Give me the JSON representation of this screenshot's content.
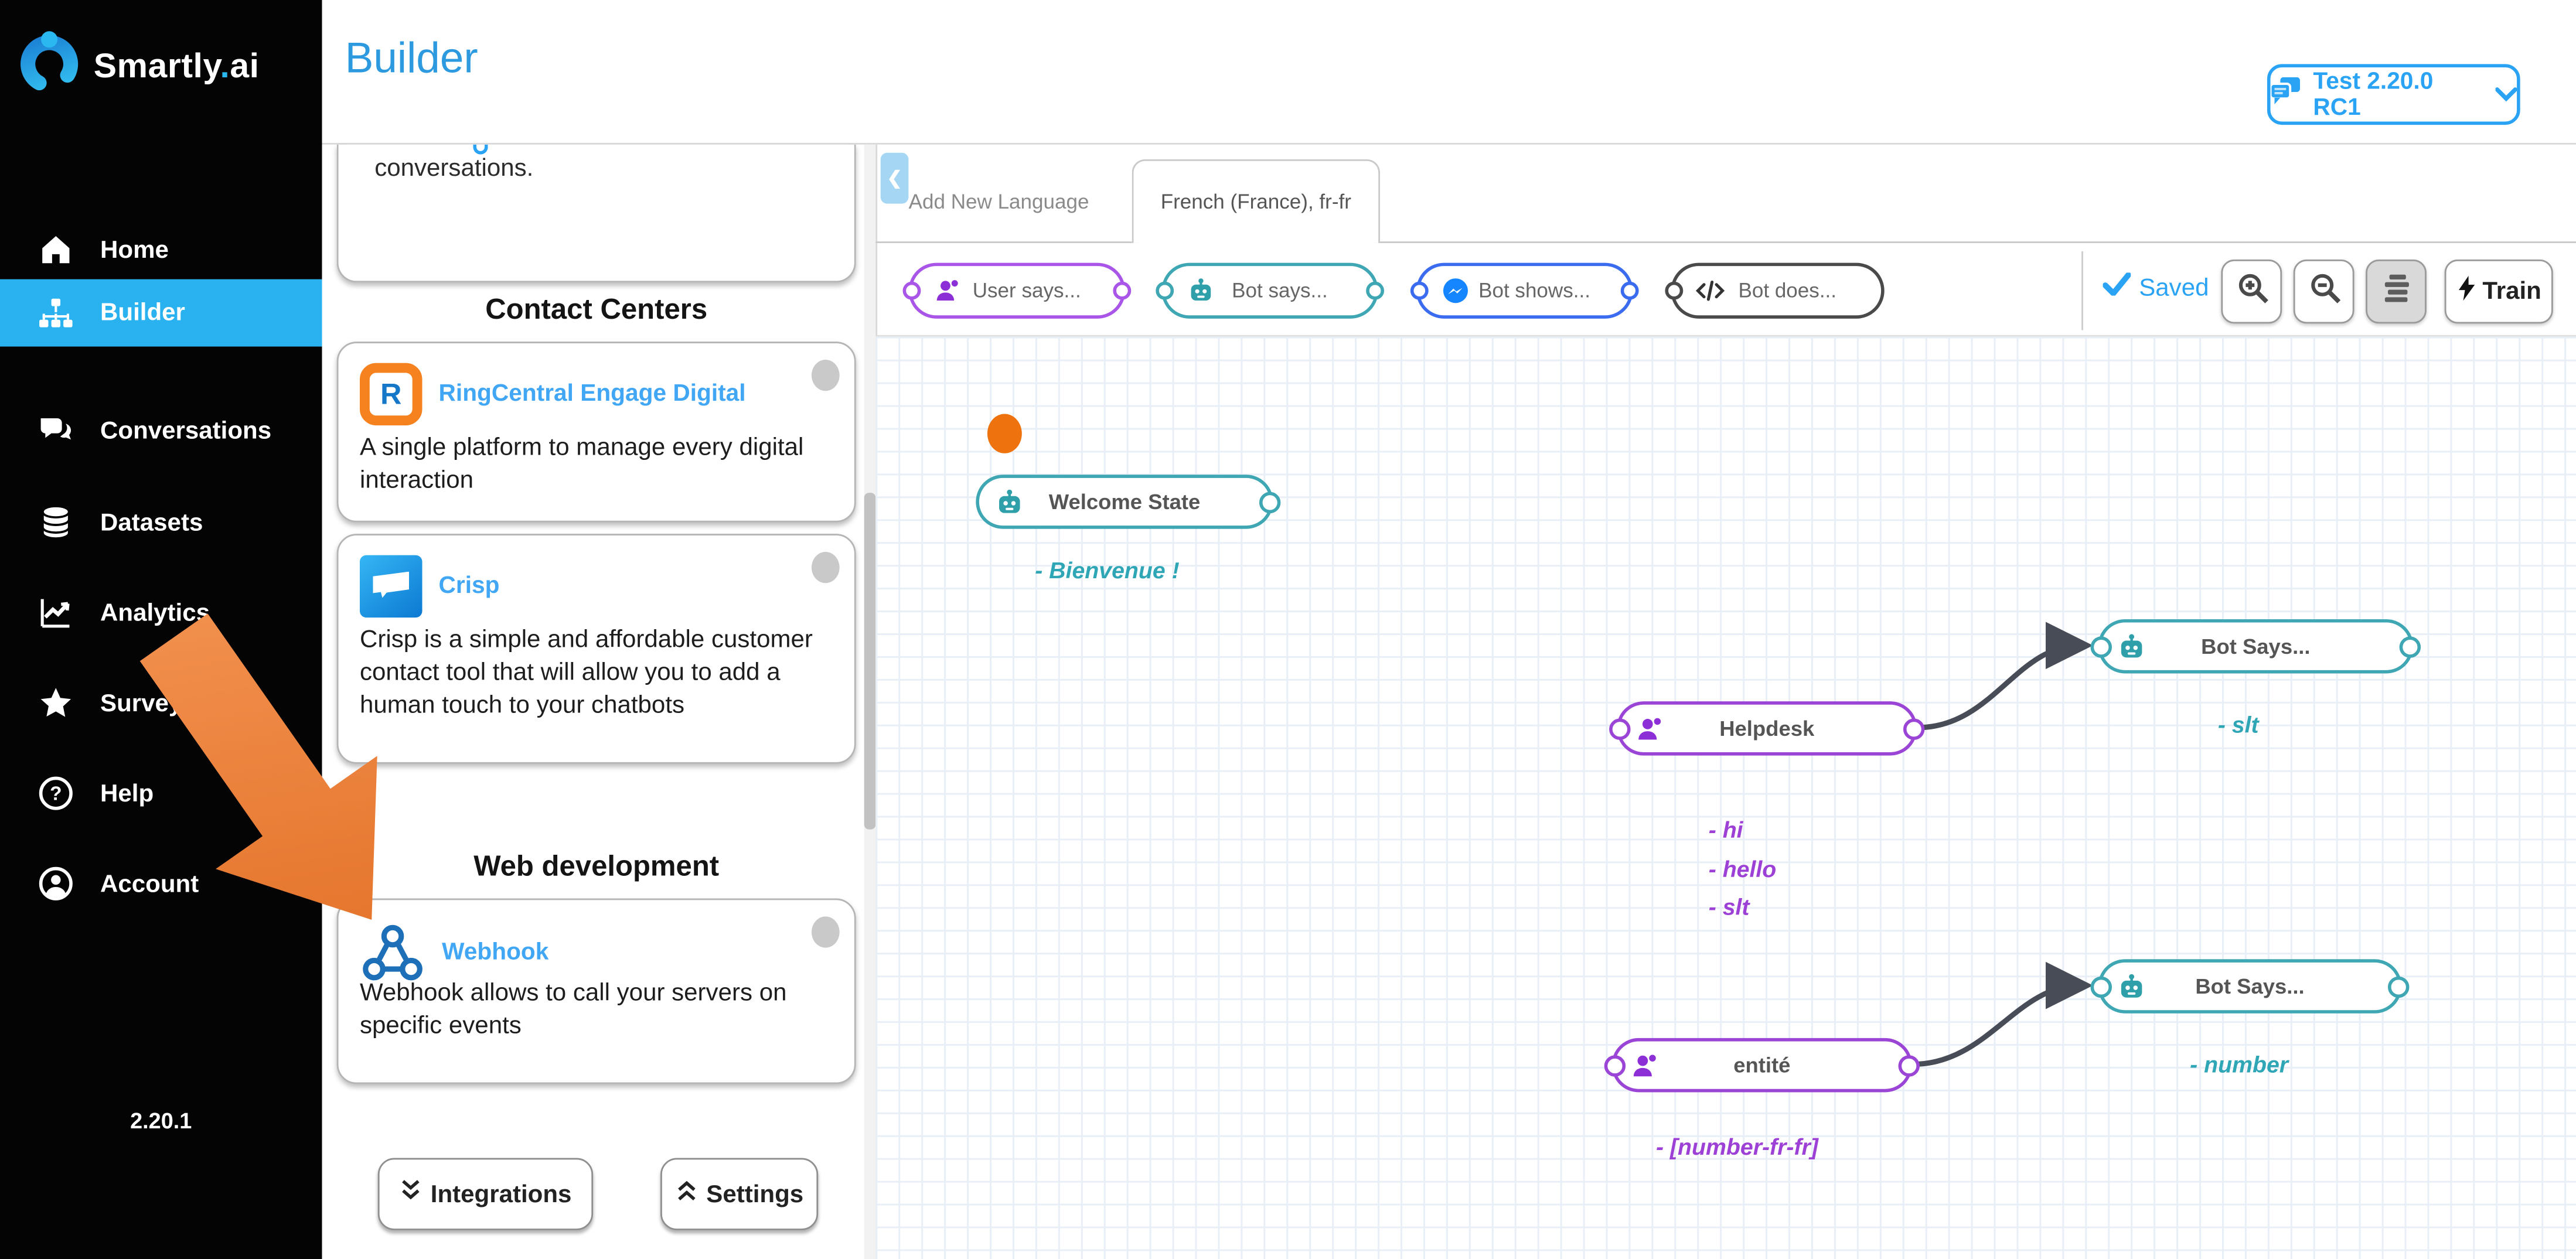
{
  "colors": {
    "accent_blue": "#2ba3f5",
    "active_nav": "#29b2ef",
    "teal_node": "#3fa7b3",
    "purple_node": "#9b45d6",
    "blue_chip": "#3b6cf0",
    "dark_chip": "#4a4a4a",
    "orange_marker": "#ee720d",
    "arrow_orange": "#ec8137"
  },
  "app": {
    "brand": "Smartly.ai",
    "version": "2.20.1"
  },
  "header": {
    "title": "Builder",
    "bot_selector_label": "Test 2.20.0 RC1"
  },
  "sidebar": {
    "items": [
      {
        "label": "Home"
      },
      {
        "label": "Builder"
      },
      {
        "label": "Conversations"
      },
      {
        "label": "Datasets"
      },
      {
        "label": "Analytics"
      },
      {
        "label": "Surveys"
      },
      {
        "label": "Help"
      },
      {
        "label": "Account"
      }
    ]
  },
  "panel": {
    "truncated_card_text": "conversations.",
    "sections": [
      {
        "title": "Contact Centers",
        "cards": [
          {
            "title": "RingCentral Engage Digital",
            "description": "A single platform to manage every digital interaction",
            "icon": "ringcentral-icon"
          },
          {
            "title": "Crisp",
            "description": "Crisp is a simple and affordable customer contact tool that will allow you to add a human touch to your chatbots",
            "icon": "crisp-icon"
          }
        ]
      },
      {
        "title": "Web development",
        "cards": [
          {
            "title": "Webhook",
            "description": "Webhook allows to call your servers on specific events",
            "icon": "webhook-icon"
          }
        ]
      }
    ],
    "footer_buttons": [
      {
        "label": "Integrations",
        "icon": "double-chevron-down-icon"
      },
      {
        "label": "Settings",
        "icon": "double-chevron-up-icon"
      }
    ]
  },
  "canvas": {
    "tabs": [
      {
        "label": "Add New Language"
      },
      {
        "label": "French (France), fr-fr"
      }
    ],
    "palette": [
      {
        "label": "User says..."
      },
      {
        "label": "Bot says..."
      },
      {
        "label": "Bot shows..."
      },
      {
        "label": "Bot does..."
      }
    ],
    "status_saved": "Saved",
    "train_label": "Train",
    "nodes": [
      {
        "label": "Welcome State"
      },
      {
        "label": "Helpdesk"
      },
      {
        "label": "Bot Says..."
      },
      {
        "label": "entité"
      },
      {
        "label": "Bot Says..."
      }
    ],
    "annotations": [
      {
        "text": "- Bienvenue !"
      },
      {
        "text": "- slt"
      },
      {
        "text": "- hi"
      },
      {
        "text": "- hello"
      },
      {
        "text": "- slt"
      },
      {
        "text": "- number"
      },
      {
        "text": "- [number-fr-fr]"
      }
    ]
  }
}
